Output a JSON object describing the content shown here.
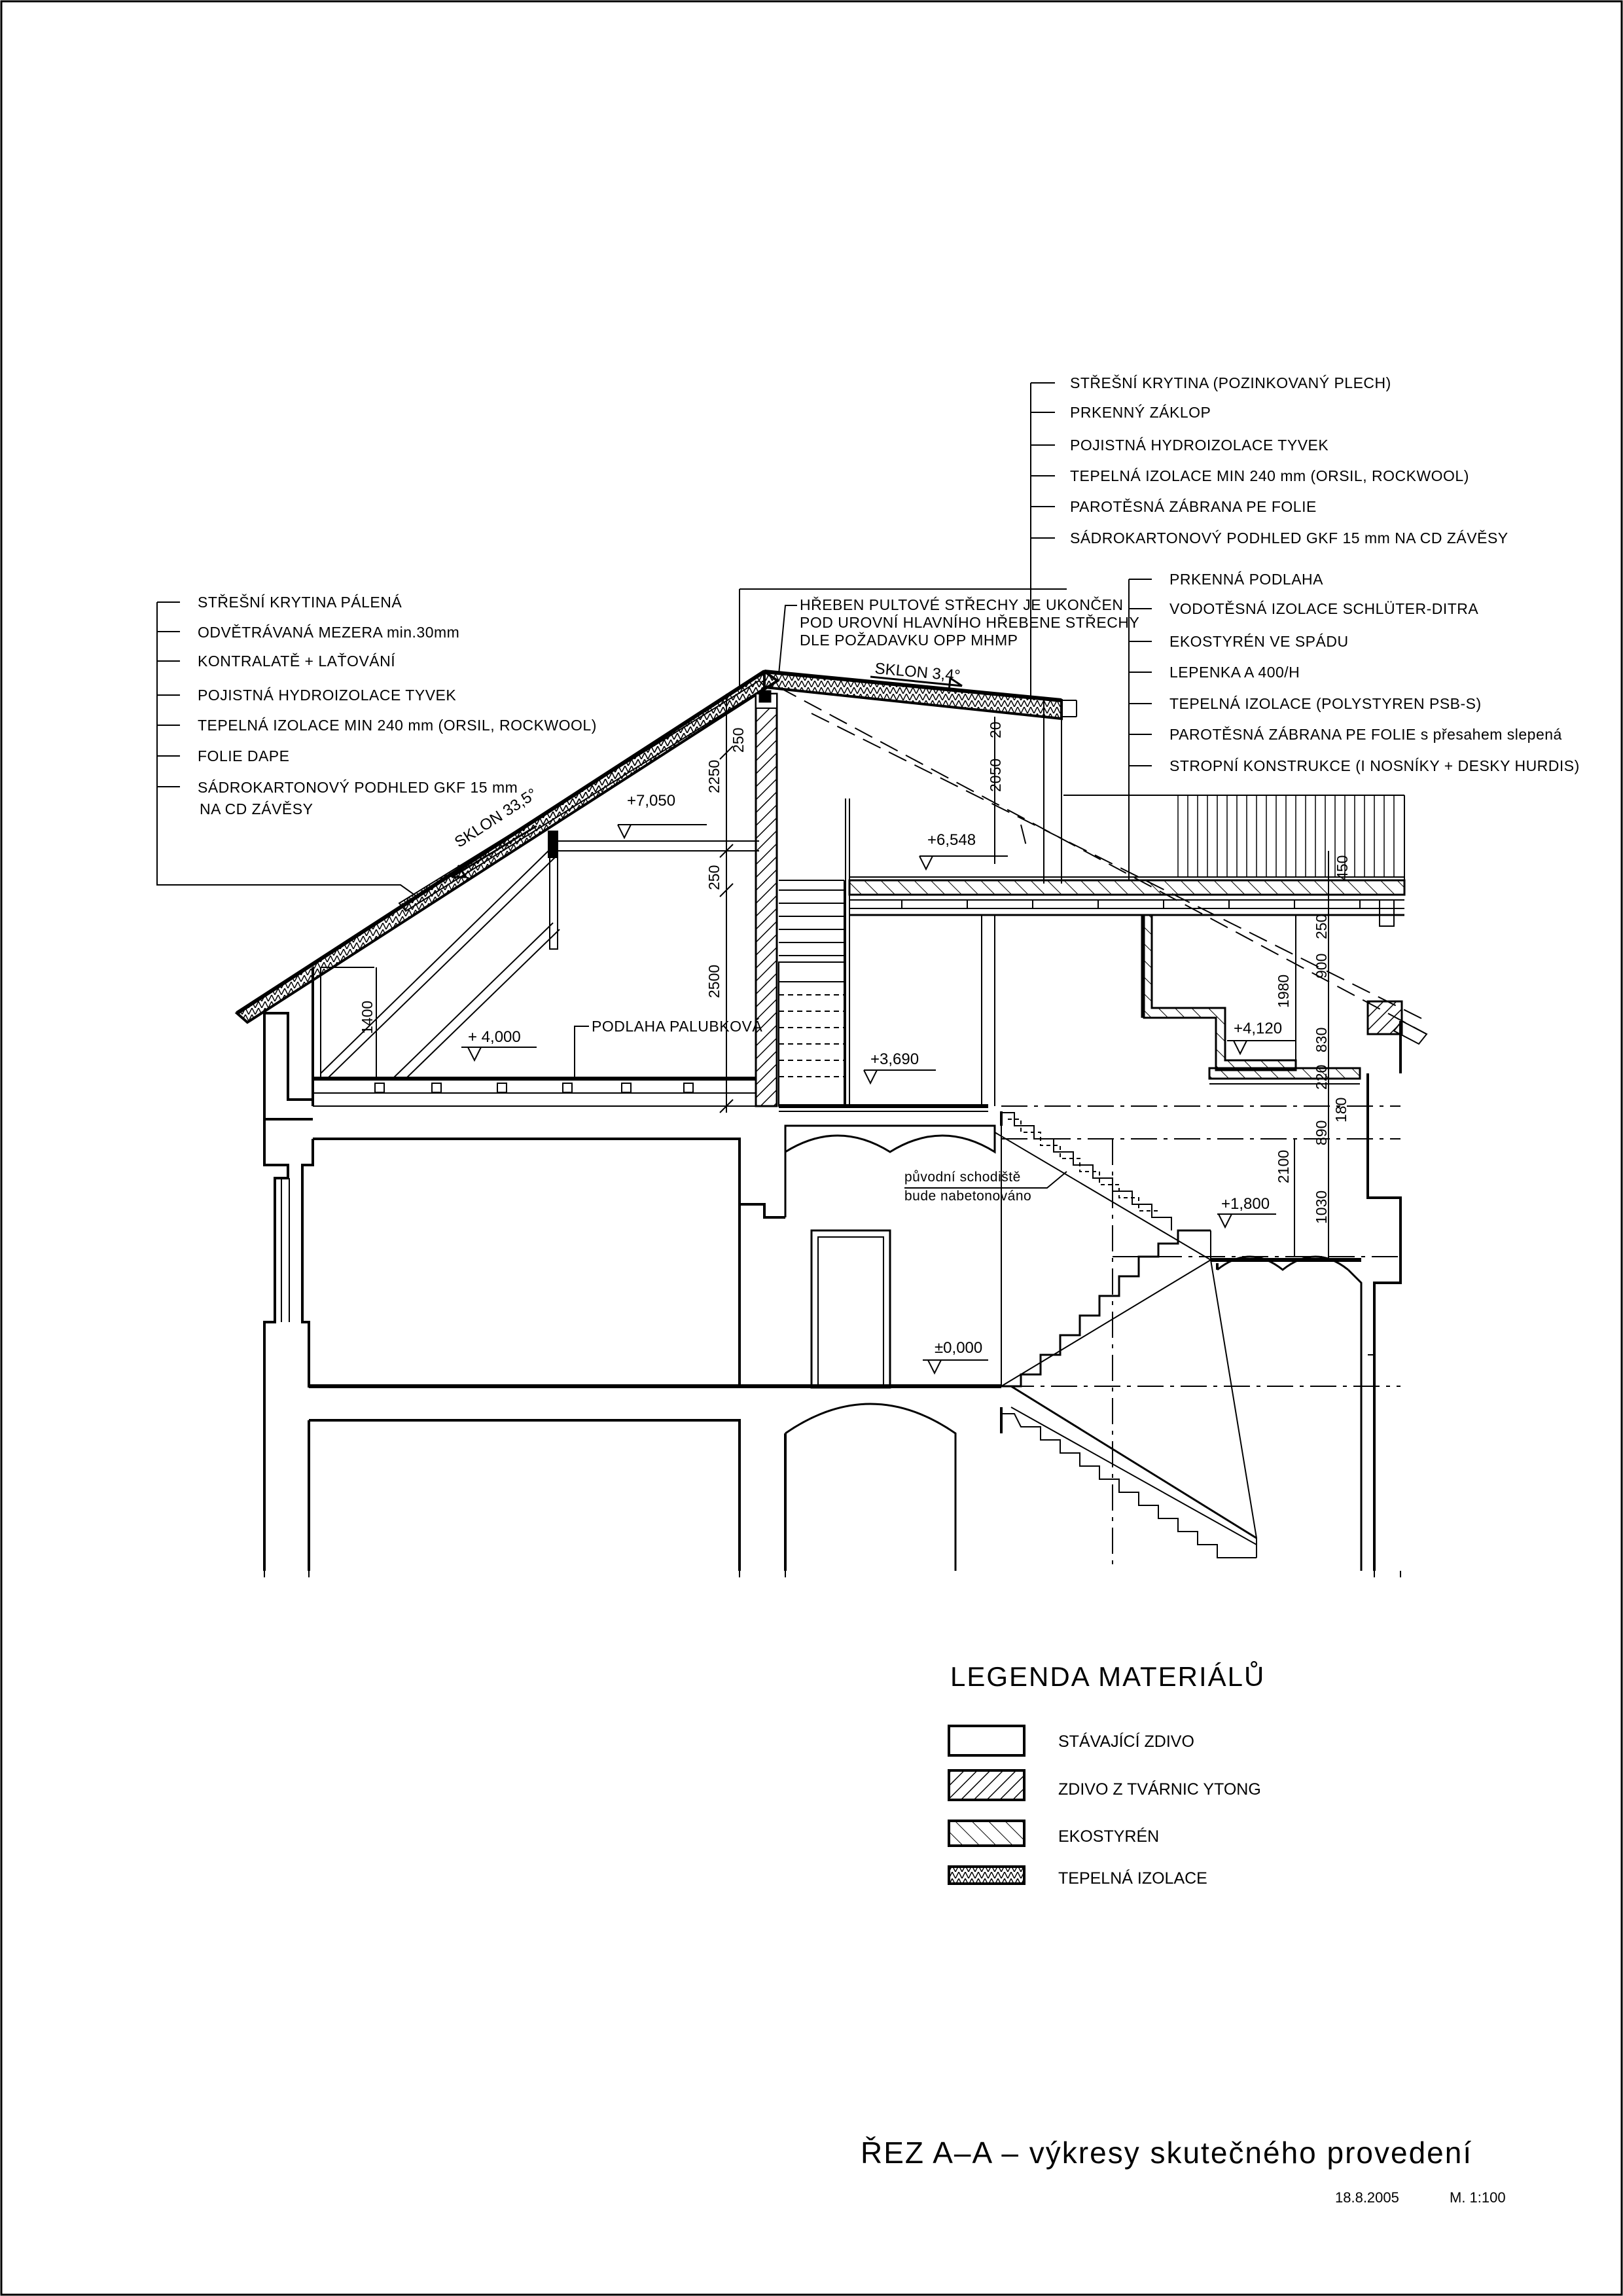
{
  "left_roof_labels": [
    "STŘEŠNÍ KRYTINA PÁLENÁ",
    "ODVĚTRÁVANÁ MEZERA min.30mm",
    "KONTRALATĚ + LAŤOVÁNÍ",
    "POJISTNÁ HYDROIZOLACE TYVEK",
    "TEPELNÁ IZOLACE MIN 240 mm (ORSIL, ROCKWOOL)",
    "FOLIE DAPE",
    "SÁDROKARTONOVÝ PODHLED GKF 15 mm",
    "NA CD ZÁVĚSY"
  ],
  "flat_roof_labels": [
    "STŘEŠNÍ KRYTINA (POZINKOVANÝ PLECH)",
    "PRKENNÝ ZÁKLOP",
    "POJISTNÁ HYDROIZOLACE TYVEK",
    "TEPELNÁ IZOLACE MIN 240 mm (ORSIL, ROCKWOOL)",
    "PAROTĚSNÁ ZÁBRANA PE FOLIE",
    "SÁDROKARTONOVÝ PODHLED GKF 15 mm NA CD ZÁVĚSY"
  ],
  "floor_labels": [
    "PRKENNÁ PODLAHA",
    "VODOTĚSNÁ IZOLACE SCHLÜTER-DITRA",
    "EKOSTYRÉN VE SPÁDU",
    "LEPENKA A 400/H",
    "TEPELNÁ IZOLACE (POLYSTYREN PSB-S)",
    "PAROTĚSNÁ ZÁBRANA PE FOLIE s přesahem slepená",
    "STROPNÍ KONSTRUKCE (I NOSNÍKY + DESKY HURDIS)"
  ],
  "ridge_note": [
    "HŘEBEN PULTOVÉ STŘECHY JE UKONČEN",
    "POD UROVNÍ HLAVNÍHO HŘEBENE STŘECHY",
    "DLE POŽADAVKU OPP MHMP"
  ],
  "slopes": {
    "main": "SKLON 33,5°",
    "flat": "SKLON 3,4°"
  },
  "levels": {
    "l7050": "+7,050",
    "l6548": "+6,548",
    "l4000": "+ 4,000",
    "l4120": "+4,120",
    "l3690": "+3,690",
    "l1800": "+1,800",
    "l0000": "±0,000"
  },
  "dimensions": {
    "d250a": "250",
    "d2250": "2250",
    "d250b": "250",
    "d2500": "2500",
    "d2050": "2050",
    "d20": "20",
    "d1400": "1400",
    "d450": "450",
    "d250c": "250",
    "d900": "900",
    "d830": "830",
    "d220": "220",
    "d180": "180",
    "d890": "890",
    "d1030": "1030",
    "d1980": "1980",
    "d2100": "2100"
  },
  "annotations": {
    "floor_board": "PODLAHA PALUBKOVÁ",
    "stair_note_1": "původní schodiště",
    "stair_note_2": "bude nabetonováno"
  },
  "legend": {
    "title": "LEGENDA MATERIÁLŮ",
    "items": [
      "STÁVAJÍCÍ ZDIVO",
      "ZDIVO Z TVÁRNIC YTONG",
      "EKOSTYRÉN",
      "TEPELNÁ IZOLACE"
    ]
  },
  "title": "ŘEZ A–A – výkresy skutečného provedení",
  "date": "18.8.2005",
  "scale": "M. 1:100"
}
